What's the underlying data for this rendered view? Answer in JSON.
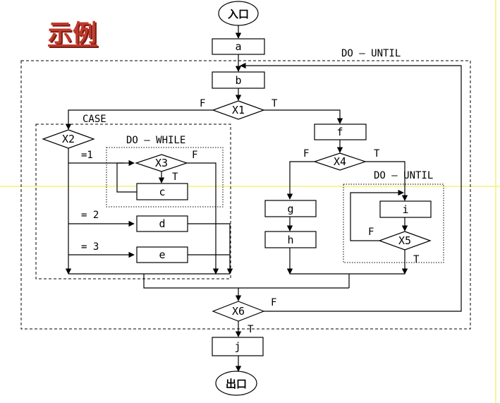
{
  "title": "示例",
  "nodes": {
    "entry": "入口",
    "exit": "出口",
    "a": "a",
    "b": "b",
    "c": "c",
    "d": "d",
    "e": "e",
    "f": "f",
    "g": "g",
    "h": "h",
    "i": "i",
    "j": "j",
    "x1": "X1",
    "x2": "X2",
    "x3": "X3",
    "x4": "X4",
    "x5": "X5",
    "x6": "X6"
  },
  "labels": {
    "do_until_outer": "DO — UNTIL",
    "do_until_inner": "DO — UNTIL",
    "do_while": "DO — WHILE",
    "case": "CASE",
    "x1_f": "F",
    "x1_t": "T",
    "x3_f": "F",
    "x3_t": "T",
    "x4_f": "F",
    "x4_t": "T",
    "x5_f": "F",
    "x5_t": "T",
    "x6_f": "F",
    "x6_t": "T",
    "case_1": "=1",
    "case_2": "= 2",
    "case_3": "= 3"
  },
  "colors": {
    "title": "#c0392b",
    "guide_line": "#f4f27a"
  }
}
